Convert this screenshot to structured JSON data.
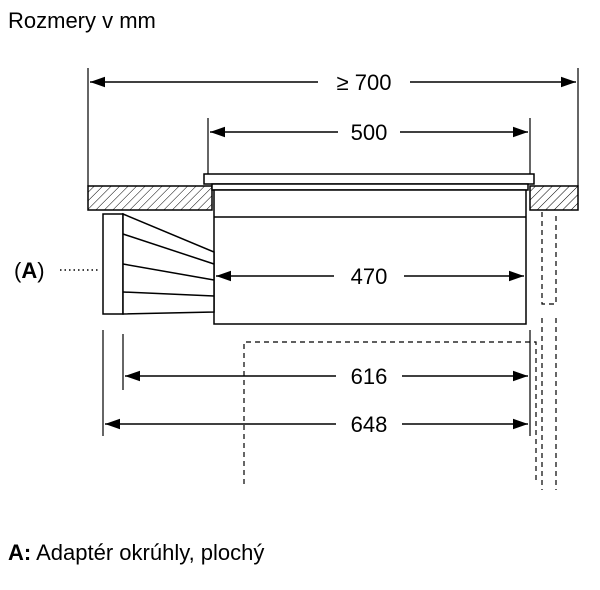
{
  "title": "Rozmery v mm",
  "dimensions": {
    "overall_min": "≥ 700",
    "cooktop_width": "500",
    "cutout_width": "470",
    "depth_with_adapter": "616",
    "depth_total": "648"
  },
  "callout": {
    "open": "(",
    "letter": "A",
    "close": ")"
  },
  "legend": {
    "key": "A:",
    "text": " Adaptér okrúhly, plochý"
  },
  "colors": {
    "line": "#000000",
    "hatch_fill": "#ffffff"
  }
}
